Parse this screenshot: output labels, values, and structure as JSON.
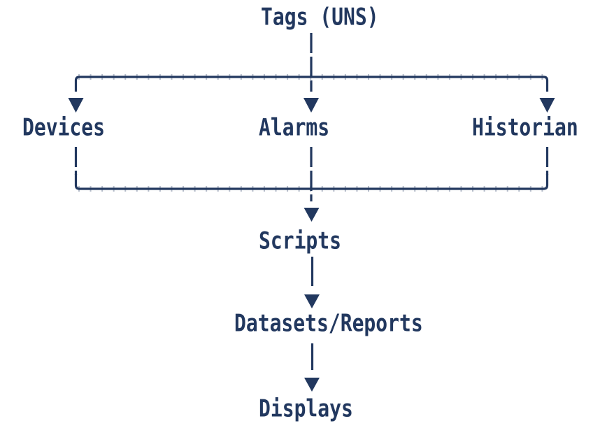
{
  "colors": {
    "ink": "#22385f",
    "bg": "#ffffff"
  },
  "diagram": {
    "nodes": {
      "tags": {
        "label": "Tags (UNS)"
      },
      "devices": {
        "label": "Devices"
      },
      "alarms": {
        "label": "Alarms"
      },
      "historian": {
        "label": "Historian"
      },
      "scripts": {
        "label": "Scripts"
      },
      "datasets": {
        "label": "Datasets/Reports"
      },
      "displays": {
        "label": "Displays"
      }
    },
    "flow": [
      {
        "from": "tags",
        "to": [
          "devices",
          "alarms",
          "historian"
        ]
      },
      {
        "from": [
          "devices",
          "alarms",
          "historian"
        ],
        "to": "scripts"
      },
      {
        "from": "scripts",
        "to": "datasets"
      },
      {
        "from": "datasets",
        "to": "displays"
      }
    ]
  }
}
